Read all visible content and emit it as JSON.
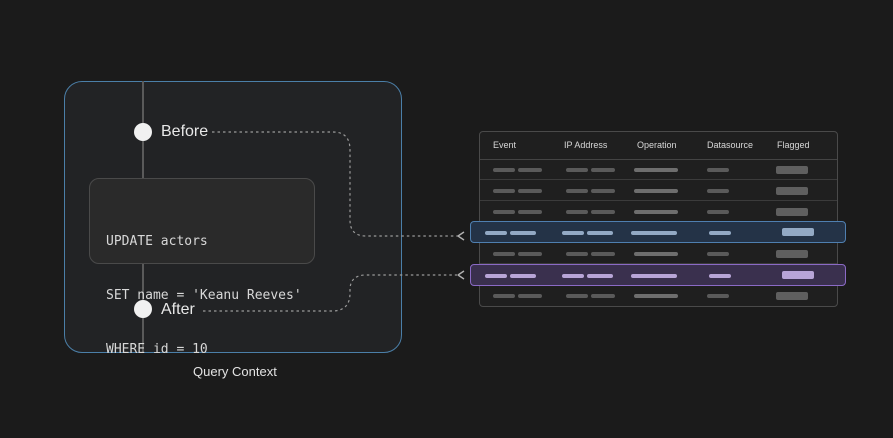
{
  "diagram": {
    "labels": {
      "before": "Before",
      "after": "After",
      "caption": "Query Context"
    },
    "code": [
      "UPDATE actors",
      "SET name = 'Keanu Reeves'",
      "WHERE id = 10"
    ],
    "table": {
      "headers": [
        "Event",
        "IP Address",
        "Operation",
        "Datasource",
        "Flagged"
      ]
    },
    "colors": {
      "background": "#1b1b1b",
      "context_border": "#4b7fa8",
      "before_highlight": "#4f7fb0",
      "after_highlight": "#8b6ac6"
    }
  }
}
